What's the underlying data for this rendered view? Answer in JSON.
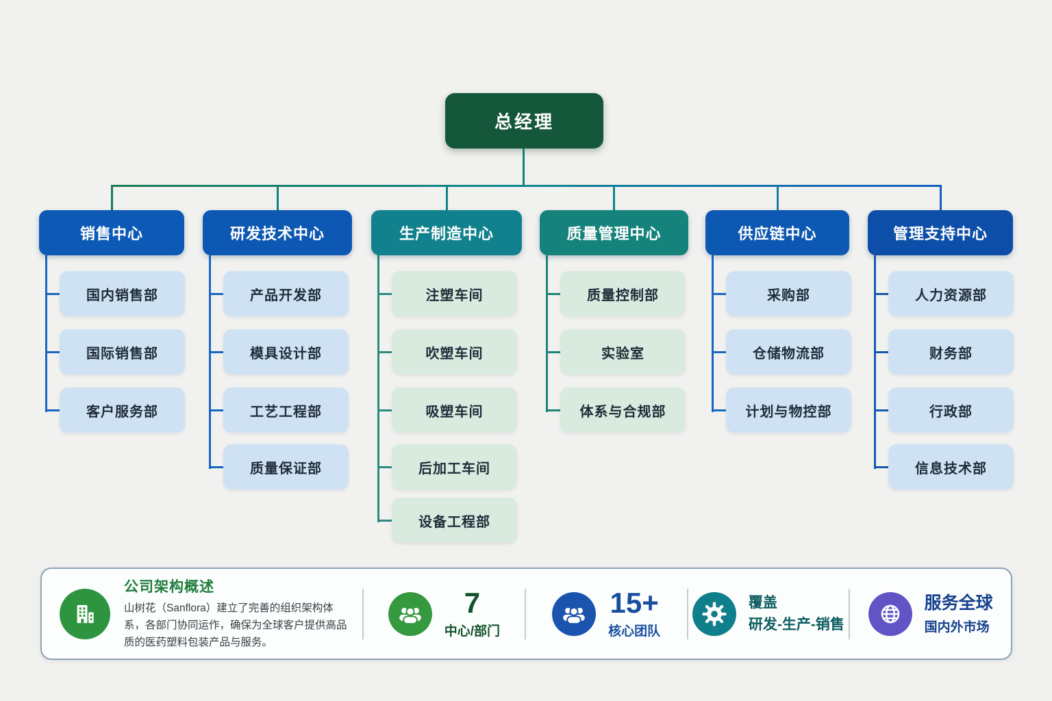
{
  "root": {
    "label": "总经理",
    "bg": "#15573a"
  },
  "connectors": {
    "trunk_color": "#0f8276",
    "bar_gradient": [
      "#177f55",
      "#0e878c",
      "#1660c4"
    ]
  },
  "columns": [
    {
      "label": "销售中心",
      "header_color": "#0d5ab6",
      "line_color": "#1767c2",
      "drop_color": "#157b61",
      "child_bg": "#cfe2f3",
      "children": [
        "国内销售部",
        "国际销售部",
        "客户服务部"
      ]
    },
    {
      "label": "研发技术中心",
      "header_color": "#0c58b2",
      "line_color": "#1767c2",
      "drop_color": "#12807b",
      "child_bg": "#cfe2f3",
      "children": [
        "产品开发部",
        "模具设计部",
        "工艺工程部",
        "质量保证部"
      ]
    },
    {
      "label": "生产制造中心",
      "header_color": "#11818d",
      "line_color": "#2b8a7e",
      "drop_color": "#0f8489",
      "child_bg": "#d9ebdf",
      "children": [
        "注塑车间",
        "吹塑车间",
        "吸塑车间",
        "后加工车间",
        "设备工程部"
      ]
    },
    {
      "label": "质量管理中心",
      "header_color": "#15837c",
      "line_color": "#1d8578",
      "drop_color": "#0f858d",
      "child_bg": "#d9ebdf",
      "children": [
        "质量控制部",
        "实验室",
        "体系与合规部"
      ]
    },
    {
      "label": "供应链中心",
      "header_color": "#0c58b2",
      "line_color": "#1767c2",
      "drop_color": "#177f9a",
      "child_bg": "#cfe2f3",
      "children": [
        "采购部",
        "仓储物流部",
        "计划与物控部"
      ]
    },
    {
      "label": "管理支持中心",
      "header_color": "#0d4fa8",
      "line_color": "#155ab0",
      "drop_color": "#1b5cb8",
      "child_bg": "#cfe2f3",
      "children": [
        "人力资源部",
        "财务部",
        "行政部",
        "信息技术部"
      ]
    }
  ],
  "footer": {
    "overview": {
      "title": "公司架构概述",
      "title_color": "#1e7e3c",
      "body": "山树花（Sanflora）建立了完善的组织架构体系，各部门协同运作，确保为全球客户提供高品质的医药塑料包装产品与服务。",
      "icon": "building-icon",
      "icon_bg": "#2e9440"
    },
    "stats": [
      {
        "value": "7",
        "label": "中心/部门",
        "icon": "users-icon",
        "icon_bg": "#35993f",
        "text_color": "#14532d",
        "kind": "number"
      },
      {
        "value": "15+",
        "label": "核心团队",
        "icon": "users-icon",
        "icon_bg": "#1b54ae",
        "text_color": "#174ea0",
        "kind": "number"
      },
      {
        "value": "覆盖",
        "label": "研发-生产-销售",
        "icon": "gear-icon",
        "icon_bg": "#0f7f8b",
        "text_color": "#0b5d60",
        "kind": "text"
      },
      {
        "value": "服务全球",
        "label": "国内外市场",
        "icon": "globe-icon",
        "icon_bg": "#6155c6",
        "text_color": "#15418f",
        "kind": "title"
      }
    ]
  }
}
